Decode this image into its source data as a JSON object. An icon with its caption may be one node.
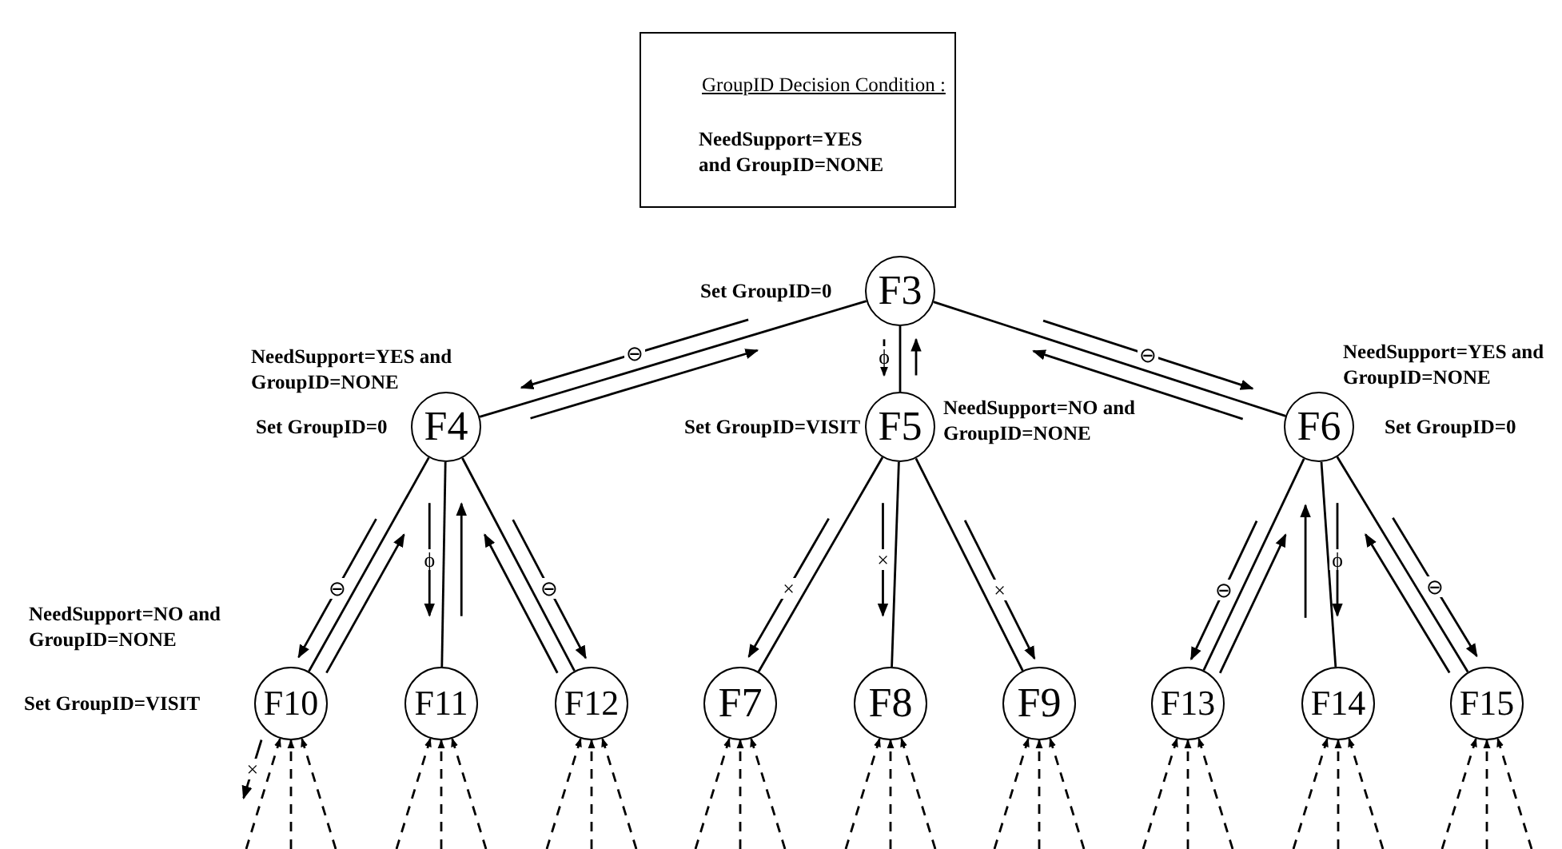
{
  "diagram": {
    "nodes": [
      {
        "text": [
          "GroupID Decision Condition :",
          "NeedSupport=YES and GroupID=NONE"
        ]
      },
      {
        "text": [
          "F3"
        ],
        "beside": [
          "Set GroupID=0"
        ]
      },
      {
        "text": [
          "F4"
        ],
        "beside": [
          "NeedSupport=YES and GroupID=NONE",
          "Set GroupID=0"
        ]
      },
      {
        "text": [
          "F5"
        ],
        "beside": [
          "Set GroupID=VISIT",
          "NeedSupport=NO and GroupID=NONE"
        ]
      },
      {
        "text": [
          "F6"
        ],
        "beside": [
          "NeedSupport=YES and GroupID=NONE",
          "Set GroupID=0"
        ]
      },
      {
        "text": [
          "F10"
        ],
        "beside": [
          "NeedSupport=NO and GroupID=NONE",
          "Set GroupID=VISIT"
        ]
      },
      {
        "text": [
          "F11"
        ]
      },
      {
        "text": [
          "F12"
        ]
      },
      {
        "text": [
          "F7"
        ]
      },
      {
        "text": [
          "F8"
        ]
      },
      {
        "text": [
          "F9"
        ]
      },
      {
        "text": [
          "F13"
        ]
      },
      {
        "text": [
          "F14"
        ]
      },
      {
        "text": [
          "F15"
        ]
      }
    ],
    "edges": [
      {
        "from": 1,
        "to": 2,
        "arrow": "none",
        "label": "⊖"
      },
      {
        "from": 1,
        "to": 3,
        "arrow": "none",
        "label": "ϕ"
      },
      {
        "from": 1,
        "to": 4,
        "arrow": "none",
        "label": "⊖"
      },
      {
        "from": 2,
        "to": 5,
        "arrow": "none",
        "label": "⊖"
      },
      {
        "from": 2,
        "to": 6,
        "arrow": "none",
        "label": "ϕ"
      },
      {
        "from": 2,
        "to": 7,
        "arrow": "none",
        "label": "⊖"
      },
      {
        "from": 3,
        "to": 8,
        "arrow": "none",
        "label": "×"
      },
      {
        "from": 3,
        "to": 9,
        "arrow": "none",
        "label": "×"
      },
      {
        "from": 3,
        "to": 10,
        "arrow": "none",
        "label": "×"
      },
      {
        "from": 4,
        "to": 11,
        "arrow": "none",
        "label": "⊖"
      },
      {
        "from": 4,
        "to": 12,
        "arrow": "none",
        "label": "ϕ"
      },
      {
        "from": 4,
        "to": 13,
        "arrow": "none",
        "label": "⊖"
      },
      {
        "from": null,
        "to": 5,
        "arrow": "to",
        "style": "dashed",
        "label": "×"
      },
      {
        "from": null,
        "to": 5,
        "arrow": "to",
        "style": "dashed"
      },
      {
        "from": null,
        "to": 5,
        "arrow": "to",
        "style": "dashed"
      },
      {
        "from": null,
        "to": 6,
        "arrow": "to",
        "style": "dashed"
      },
      {
        "from": null,
        "to": 6,
        "arrow": "to",
        "style": "dashed"
      },
      {
        "from": null,
        "to": 6,
        "arrow": "to",
        "style": "dashed"
      },
      {
        "from": null,
        "to": 7,
        "arrow": "to",
        "style": "dashed"
      },
      {
        "from": null,
        "to": 7,
        "arrow": "to",
        "style": "dashed"
      },
      {
        "from": null,
        "to": 7,
        "arrow": "to",
        "style": "dashed"
      },
      {
        "from": null,
        "to": 8,
        "arrow": "to",
        "style": "dashed"
      },
      {
        "from": null,
        "to": 8,
        "arrow": "to",
        "style": "dashed"
      },
      {
        "from": null,
        "to": 8,
        "arrow": "to",
        "style": "dashed"
      },
      {
        "from": null,
        "to": 9,
        "arrow": "to",
        "style": "dashed"
      },
      {
        "from": null,
        "to": 9,
        "arrow": "to",
        "style": "dashed"
      },
      {
        "from": null,
        "to": 9,
        "arrow": "to",
        "style": "dashed"
      },
      {
        "from": null,
        "to": 10,
        "arrow": "to",
        "style": "dashed"
      },
      {
        "from": null,
        "to": 10,
        "arrow": "to",
        "style": "dashed"
      },
      {
        "from": null,
        "to": 10,
        "arrow": "to",
        "style": "dashed"
      },
      {
        "from": null,
        "to": 11,
        "arrow": "to",
        "style": "dashed"
      },
      {
        "from": null,
        "to": 11,
        "arrow": "to",
        "style": "dashed"
      },
      {
        "from": null,
        "to": 11,
        "arrow": "to",
        "style": "dashed"
      },
      {
        "from": null,
        "to": 12,
        "arrow": "to",
        "style": "dashed"
      },
      {
        "from": null,
        "to": 12,
        "arrow": "to",
        "style": "dashed"
      },
      {
        "from": null,
        "to": 12,
        "arrow": "to",
        "style": "dashed"
      },
      {
        "from": null,
        "to": 13,
        "arrow": "to",
        "style": "dashed"
      },
      {
        "from": null,
        "to": 13,
        "arrow": "to",
        "style": "dashed"
      },
      {
        "from": null,
        "to": 13,
        "arrow": "to",
        "style": "dashed"
      }
    ]
  }
}
